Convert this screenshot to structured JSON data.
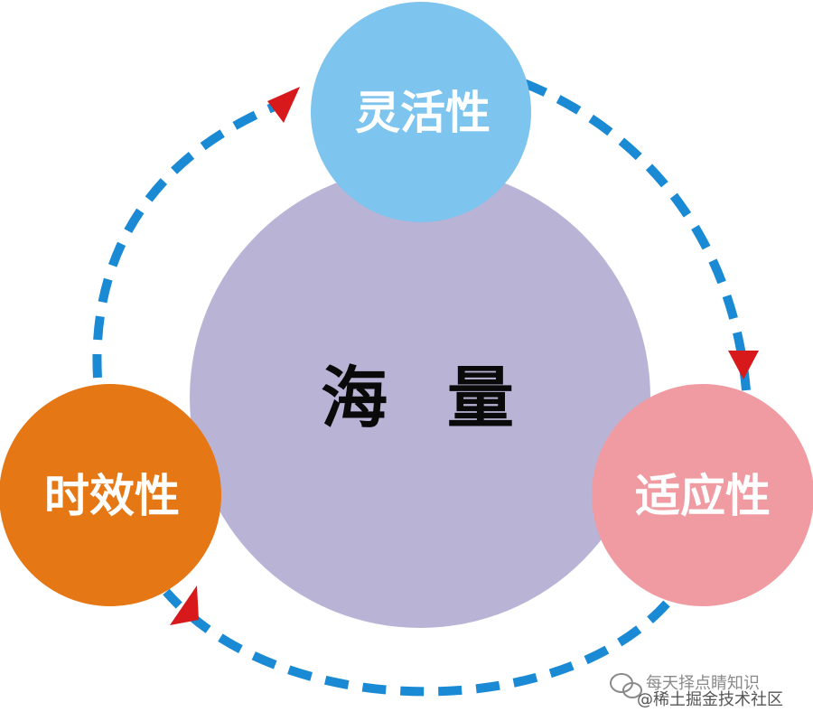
{
  "diagram": {
    "center": {
      "label": "海 量",
      "color": "#b9b4d6"
    },
    "nodes": [
      {
        "id": "flexibility",
        "label": "灵活性",
        "color": "#7dc4ee"
      },
      {
        "id": "adaptability",
        "label": "适应性",
        "color": "#f09ba2"
      },
      {
        "id": "timeliness",
        "label": "时效性",
        "color": "#e57715"
      }
    ],
    "cycle": {
      "dash_color": "#1a8ad4",
      "arrow_color": "#d7191c"
    }
  },
  "watermark": {
    "line1": "每天择点睛知识",
    "line2": "@稀土掘金技术社区"
  }
}
